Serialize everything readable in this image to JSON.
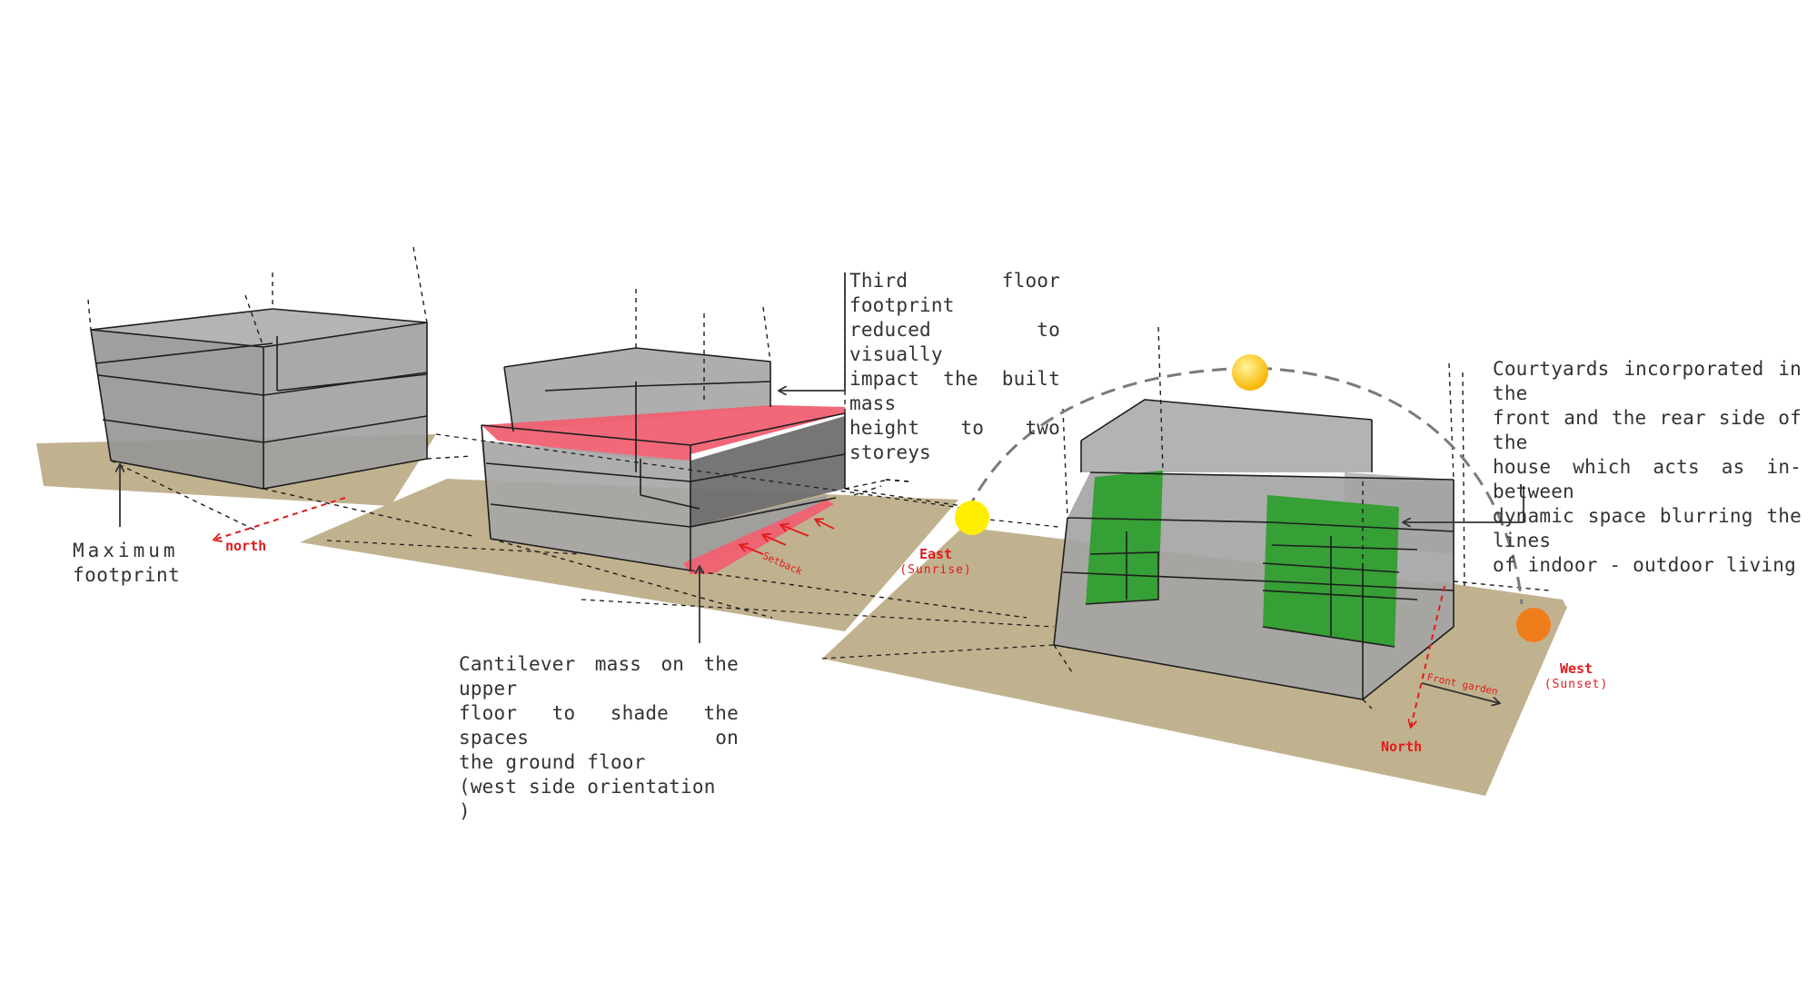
{
  "annotations": {
    "max_footprint": [
      "Maximum",
      "footprint"
    ],
    "third_floor": [
      "Third floor footprint",
      "reduced to visually",
      "impact the built mass",
      "height to two storeys"
    ],
    "cantilever": [
      "Cantilever mass on the upper",
      "floor to shade the spaces on",
      "the ground floor",
      "(west side orientation )"
    ],
    "courtyards": [
      "Courtyards incorporated in the",
      "front and the rear side of the",
      "house which acts as in-between",
      "dynamic space blurring the lines",
      "of indoor - outdoor living"
    ]
  },
  "labels": {
    "north_1": "north",
    "setback": "Setback",
    "east": "East",
    "east_sub": "(Sunrise)",
    "west": "West",
    "west_sub": "(Sunset)",
    "north_2": "North",
    "front_garden": "Front garden"
  },
  "colors": {
    "ground": "#c1b28f",
    "mass": "#9c9c9c",
    "cantilever_highlight": "#f06072",
    "courtyard": "#2f9e2f",
    "sun_noon": "#ffd21a",
    "sun_east": "#ffee00",
    "sun_west": "#f07d1c",
    "label_red": "#e21b1b"
  },
  "icons": [
    "sun-icon",
    "arrow-icon"
  ]
}
